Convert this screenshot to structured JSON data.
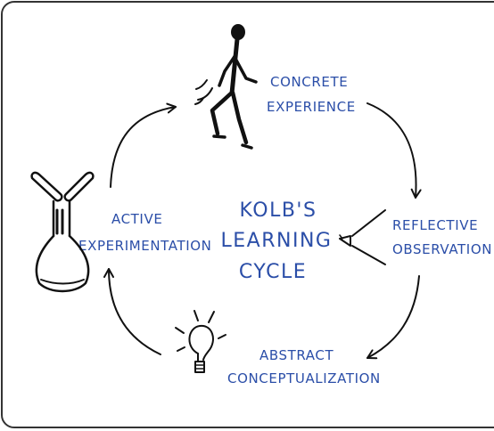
{
  "title": {
    "line1": "KOLB'S",
    "line2": "LEARNING",
    "line3": "CYCLE"
  },
  "stages": {
    "concrete": {
      "line1": "CONCRETE",
      "line2": "EXPERIENCE",
      "icon": "running-figure-icon"
    },
    "reflective": {
      "line1": "REFLECTIVE",
      "line2": "OBSERVATION",
      "icon": "eye-icon"
    },
    "abstract": {
      "line1": "ABSTRACT",
      "line2": "CONCEPTUALIZATION",
      "icon": "lightbulb-icon"
    },
    "active": {
      "line1": "ACTIVE",
      "line2": "EXPERIMENTATION",
      "icon": "flask-icon"
    }
  },
  "colors": {
    "text": "#2b4ea8",
    "ink": "#111111",
    "frame": "#333333",
    "background": "#ffffff"
  }
}
